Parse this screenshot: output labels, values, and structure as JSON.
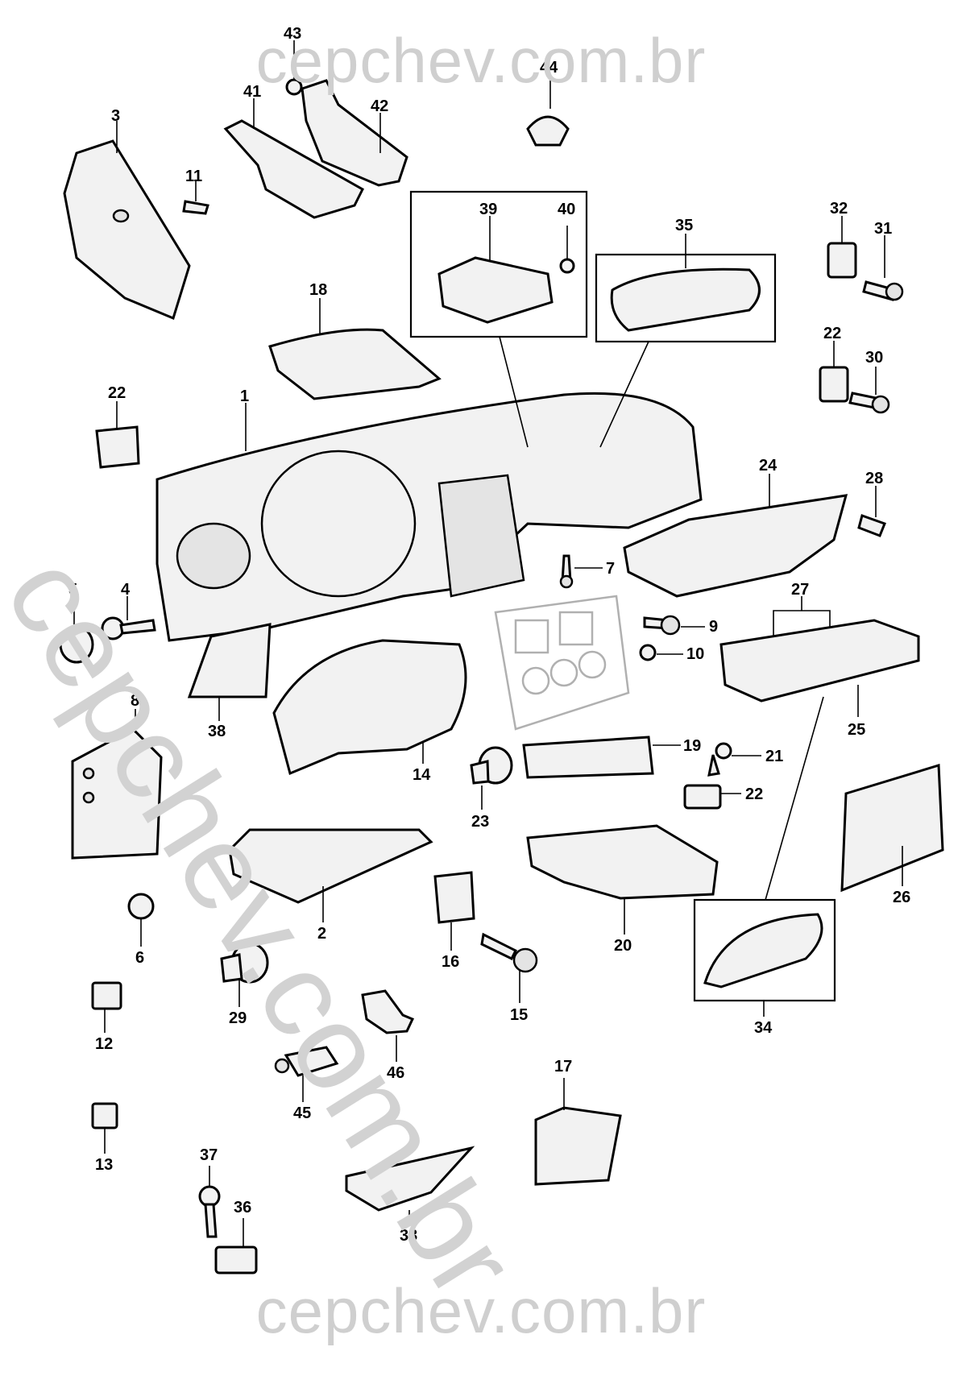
{
  "watermark": {
    "top": "cepchev.com.br",
    "bottom": "cepchev.com.br",
    "diagonal": "cepchev.com.br"
  },
  "callouts": [
    "1",
    "2",
    "3",
    "4",
    "5",
    "6",
    "7",
    "8",
    "9",
    "10",
    "11",
    "12",
    "13",
    "14",
    "15",
    "16",
    "17",
    "18",
    "19",
    "20",
    "21",
    "22",
    "22",
    "22",
    "22",
    "23",
    "24",
    "25",
    "26",
    "27",
    "28",
    "29",
    "30",
    "31",
    "32",
    "33",
    "34",
    "35",
    "36",
    "37",
    "38",
    "39",
    "40",
    "41",
    "42",
    "43",
    "44",
    "45",
    "46"
  ]
}
